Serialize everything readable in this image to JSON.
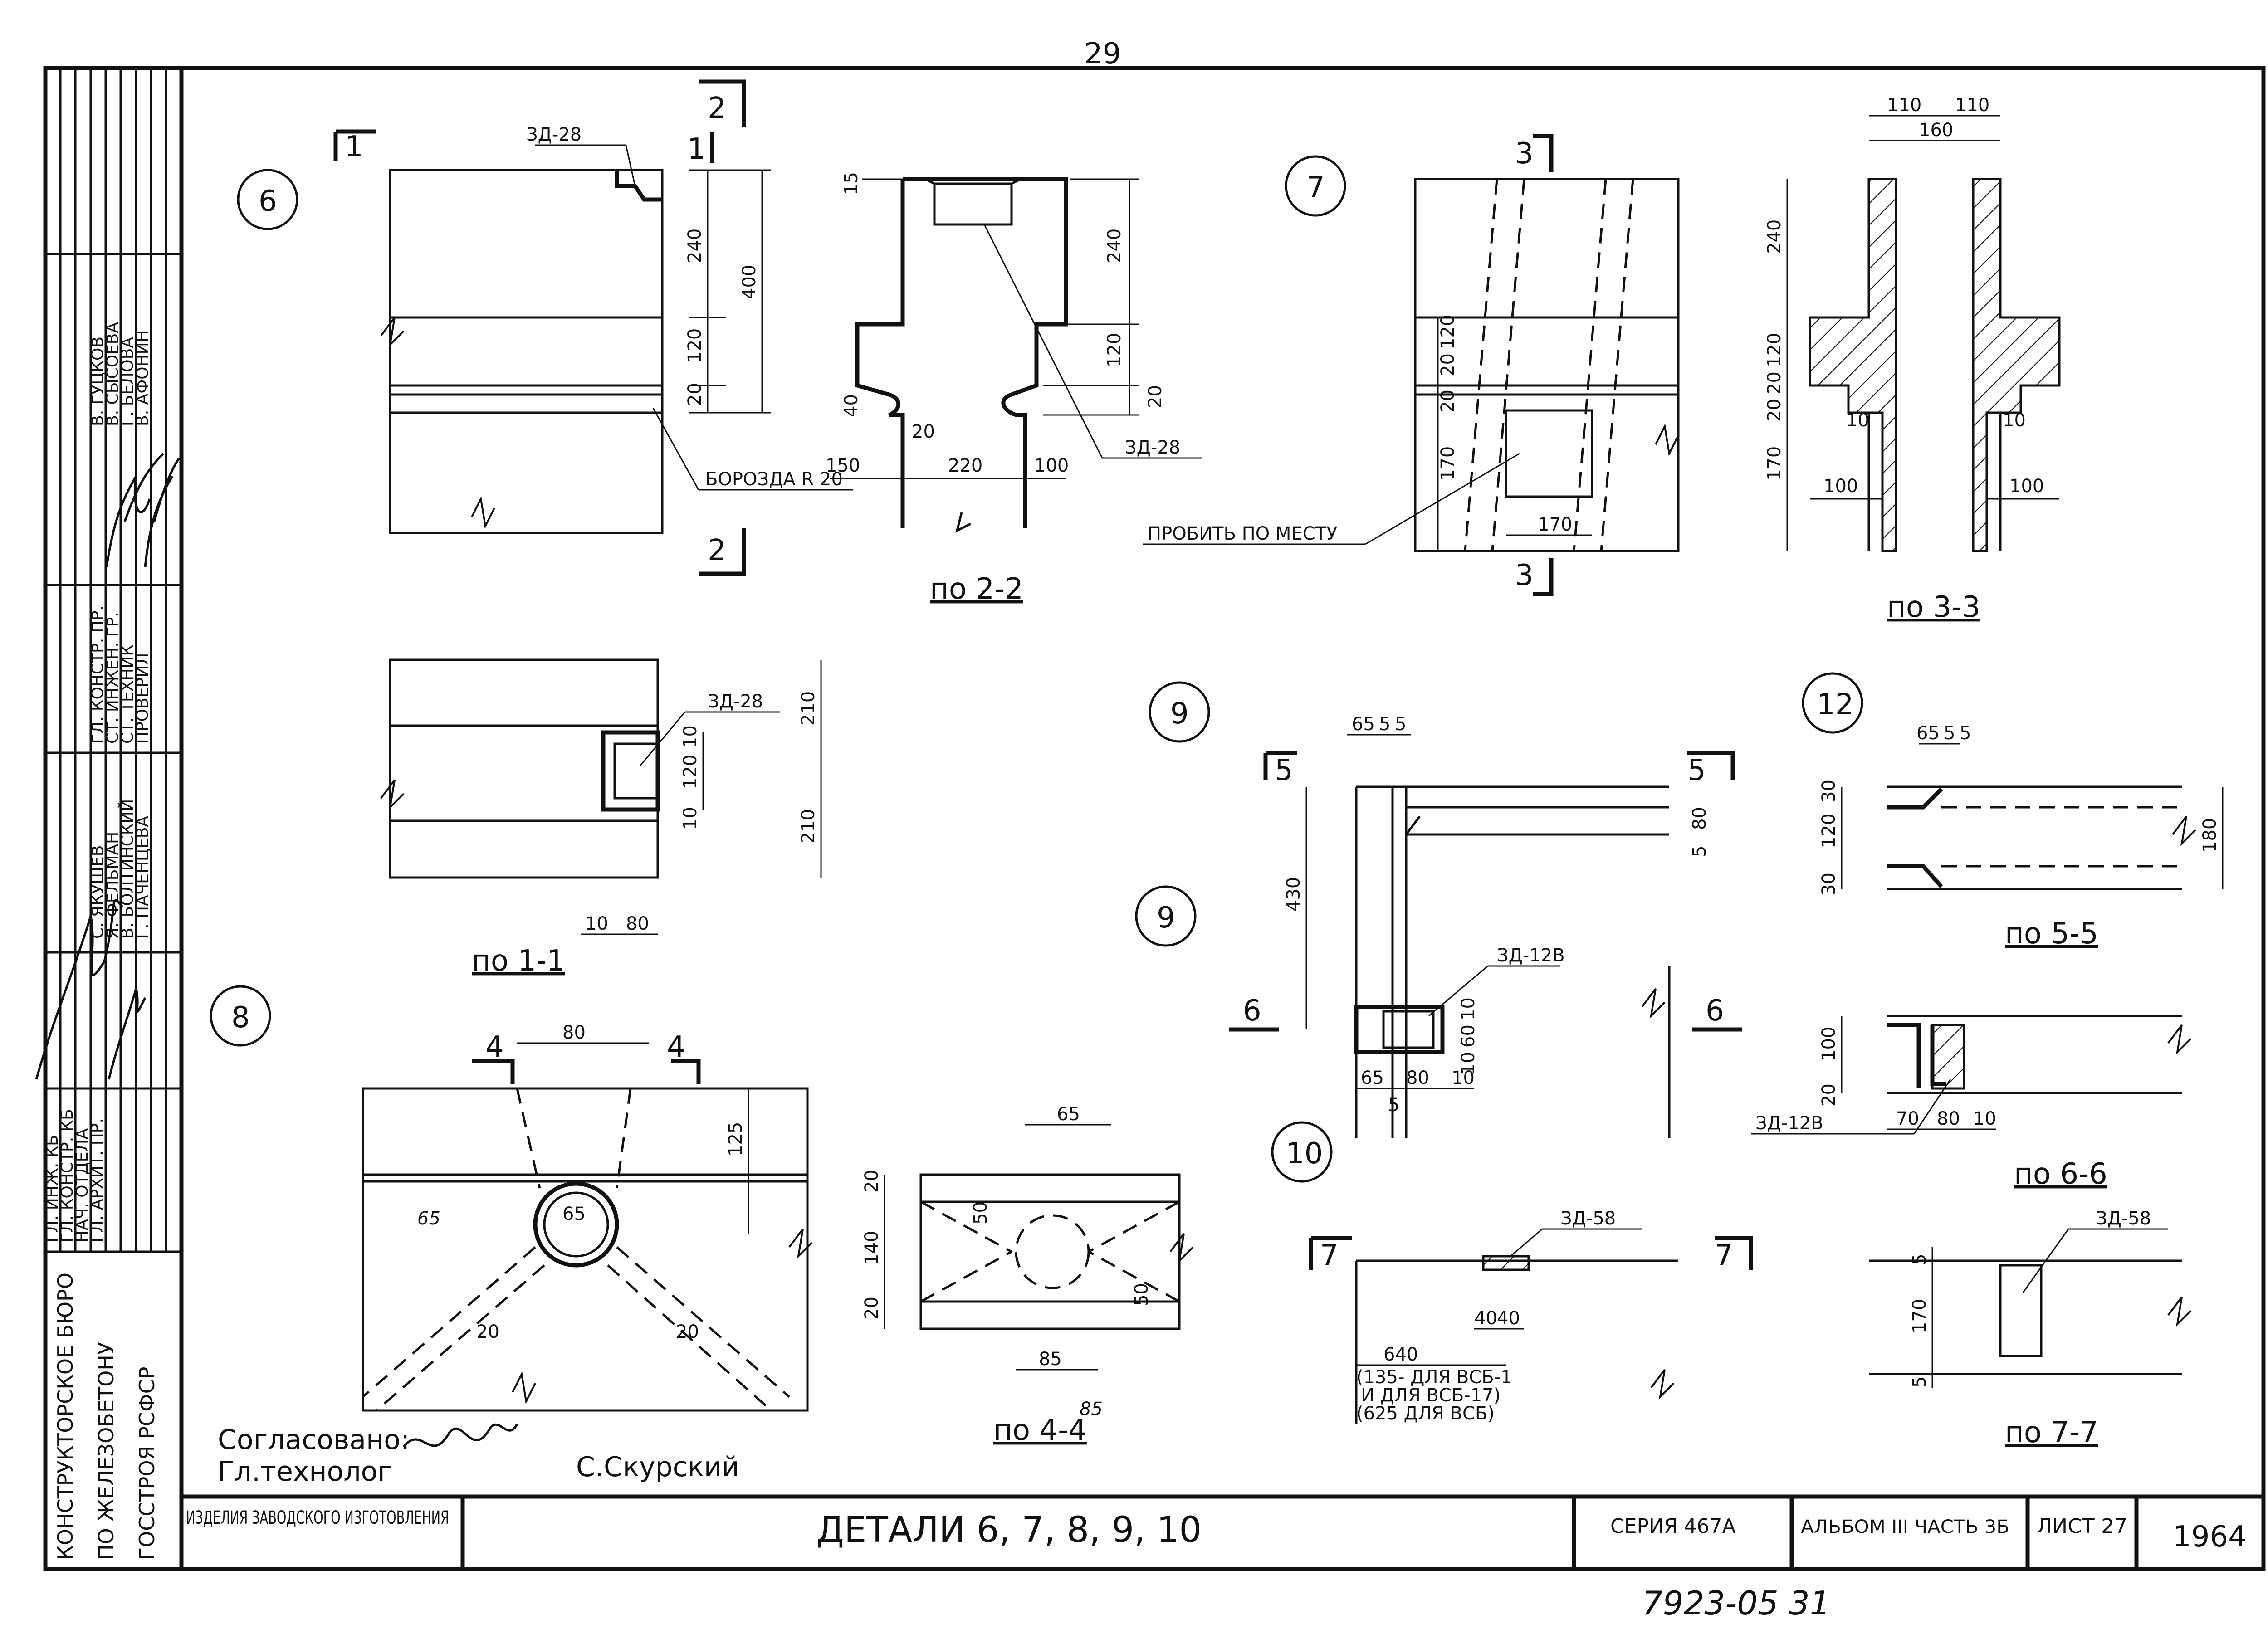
{
  "page_number": "29",
  "archive_number": "7923-05 31",
  "title_block": {
    "main_title": "ДЕТАЛИ 6, 7, 8, 9, 10",
    "product_type": "ИЗДЕЛИЯ ЗАВОДСКОГО ИЗГОТОВЛЕНИЯ",
    "series": "СЕРИЯ 467А",
    "album": "АЛЬБОМ III ЧАСТЬ 3Б",
    "sheet": "ЛИСТ 27",
    "year": "1964",
    "bureau": [
      "КОНСТРУКТОРСКОЕ БЮРО",
      "ПО ЖЕЛЕЗОБЕТОНУ",
      "ГОССТРОЯ РСФСР"
    ]
  },
  "signatures": {
    "group_a_roles": [
      "ГЛ. ИНЖ. КБ",
      "ГЛ. КОНСТР. КБ",
      "НАЧ. ОТДЕЛА",
      "ГЛ. АРХИТ. ПР."
    ],
    "group_b_names": [
      "С. ЯКУШЕВ",
      "Я. ФЕЛЬМАН",
      "В. БОЛТИНСКИЙ",
      "Г. ПАЧЕНЦЕВА"
    ],
    "group_b_roles": [
      "ГЛ. КОНСТР. ПР.",
      "СТ. ИНЖЕН. ГР.",
      "СТ. ТЕХНИК",
      "ПРОВЕРИЛ"
    ],
    "group_c_names": [
      "В. ГУЦКОВ",
      "В. СЫСОЕВА",
      "Г. БЕЛОВА",
      "В. АФОНИН"
    ]
  },
  "approval": {
    "agreed": "Согласовано:",
    "role": "Гл.технолог",
    "name": "С.Скурский"
  },
  "details": {
    "d6": "6",
    "d7": "7",
    "d8": "8",
    "d9a": "9",
    "d9b": "9",
    "d10": "10",
    "d12": "12"
  },
  "section_titles": {
    "s11": "по 1-1",
    "s22": "по 2-2",
    "s33": "по 3-3",
    "s44": "по 4-4",
    "s55": "по 5-5",
    "s66": "по 6-6",
    "s77": "по 7-7"
  },
  "section_marks": {
    "m1": "1",
    "m2": "2",
    "m3": "3",
    "m4": "4",
    "m5": "5",
    "m6": "6",
    "m7": "7"
  },
  "part_labels": {
    "zd28": "ЗД-28",
    "zd12v": "ЗД-12В",
    "zd58": "ЗД-58",
    "groove": "БОРОЗДА R 20",
    "punch": "ПРОБИТЬ ПО МЕСТУ",
    "note_640": [
      "(135- ДЛЯ ВСБ-1",
      "И ДЛЯ ВСБ-17)",
      "(625 ДЛЯ ВСБ)"
    ]
  },
  "dims": {
    "d6": [
      "240",
      "400",
      "120",
      "20",
      "15",
      "240",
      "120",
      "20",
      "40",
      "20",
      "150",
      "220",
      "100"
    ],
    "d7": [
      "120",
      "20",
      "20",
      "170",
      "170"
    ],
    "d33": [
      "110",
      "110",
      "160",
      "240",
      "120",
      "20",
      "20",
      "170",
      "10",
      "10",
      "100",
      "100"
    ],
    "d11": [
      "210",
      "210",
      "10",
      "120",
      "10",
      "10",
      "80"
    ],
    "d8": [
      "80",
      "125",
      "65",
      "20",
      "20",
      "65"
    ],
    "d44": [
      "65",
      "20",
      "140",
      "20",
      "50",
      "50",
      "85",
      "85"
    ],
    "d9": [
      "65",
      "5",
      "5",
      "430",
      "80",
      "5",
      "65",
      "80",
      "10",
      "10",
      "60",
      "10",
      "5"
    ],
    "d55": [
      "65",
      "5",
      "5",
      "30",
      "120",
      "30",
      "180"
    ],
    "d66": [
      "100",
      "20",
      "70",
      "80",
      "10"
    ],
    "d10": [
      "40",
      "40",
      "640"
    ],
    "d77": [
      "5",
      "170",
      "5"
    ]
  }
}
